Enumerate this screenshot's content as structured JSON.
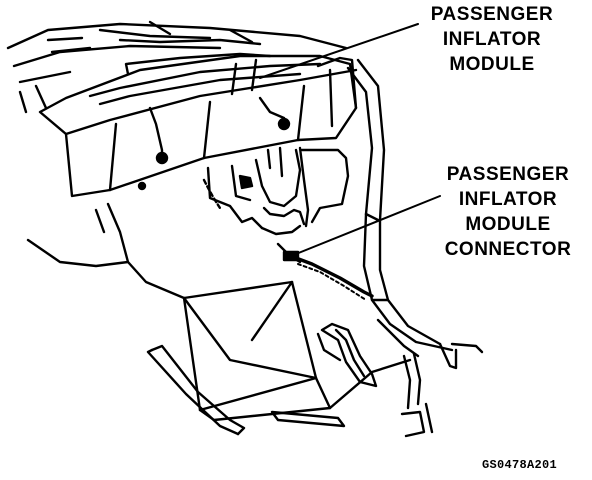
{
  "labels": {
    "inflator_module": [
      "PASSENGER",
      "INFLATOR",
      "MODULE"
    ],
    "inflator_module_connector": [
      "PASSENGER",
      "INFLATOR",
      "MODULE",
      "CONNECTOR"
    ]
  },
  "figure_id": "GS0478A201",
  "colors": {
    "ink": "#000000",
    "paper": "#ffffff"
  }
}
